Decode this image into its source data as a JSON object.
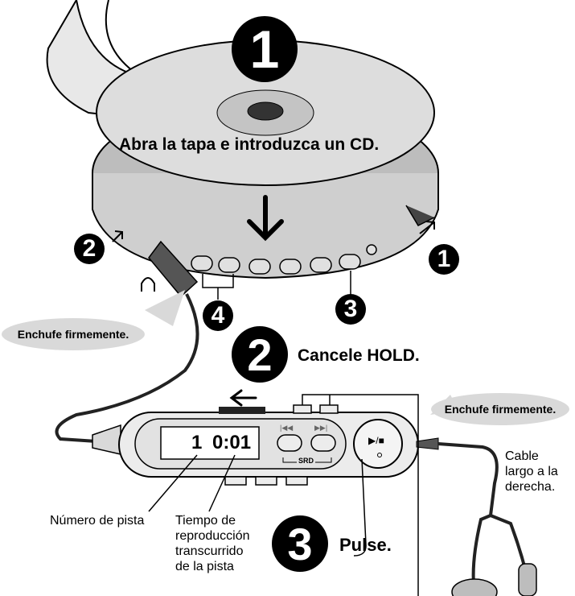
{
  "steps": {
    "one": "1",
    "two": "2",
    "three": "3",
    "four": "4"
  },
  "instructions": {
    "open_lid": "Abra la tapa e introduzca un CD.",
    "cancel_hold": "Cancele HOLD.",
    "press": "Pulse."
  },
  "callouts": {
    "plug_firmly_left": "Enchufe firmemente.",
    "plug_firmly_right": "Enchufe firmemente.",
    "long_cable": [
      "Cable",
      "largo a la",
      "derecha."
    ]
  },
  "remote": {
    "display_track": "1",
    "display_time": "0:01",
    "prev_label": "|◀◀",
    "next_label": "▶▶|",
    "srd_label": "SRD",
    "play_stop_label": "▶/■"
  },
  "labels": {
    "track_number": "Número de pista",
    "elapsed_time": [
      "Tiempo de",
      "reproducción",
      "transcurrido",
      "de la pista"
    ]
  },
  "icons": {
    "headphone": "headphone-icon",
    "arrow_down": "arrow-down-icon",
    "arrow_left": "arrow-left-icon"
  }
}
